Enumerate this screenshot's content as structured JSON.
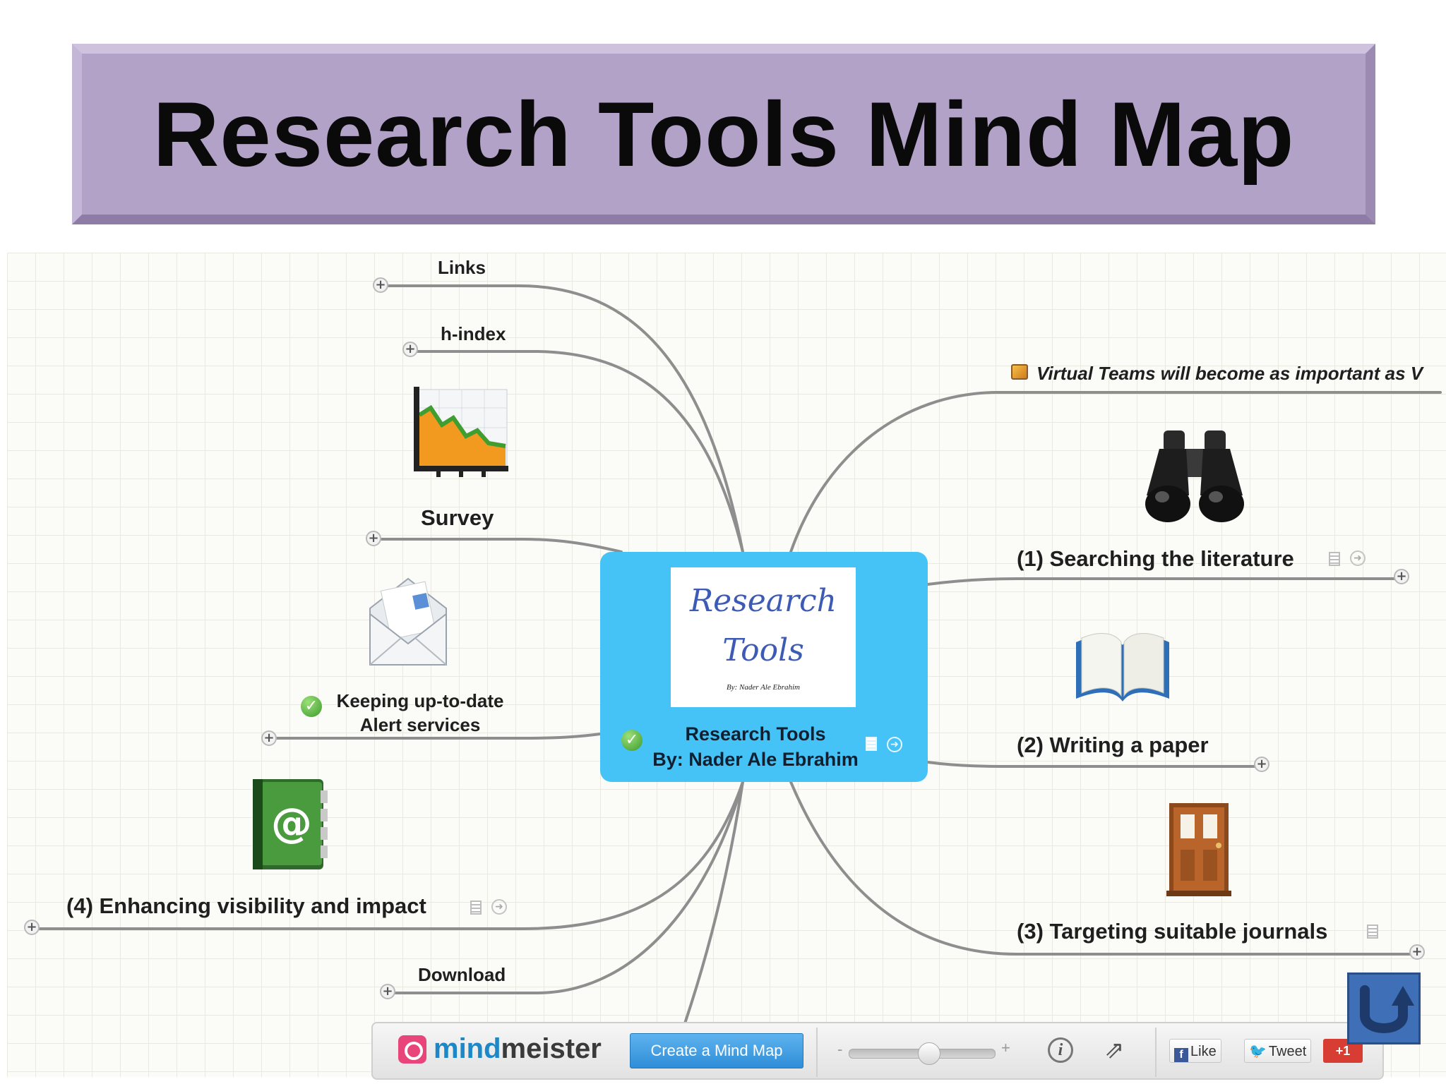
{
  "page": {
    "title": "Research Tools Mind Map"
  },
  "central_node": {
    "image_title_line1": "Research",
    "image_title_line2": "Tools",
    "image_byline": "By: Nader Ale Ebrahim",
    "label_line1": "Research Tools",
    "label_line2": "By: Nader Ale Ebrahim"
  },
  "nodes": {
    "links": "Links",
    "hindex": "h-index",
    "survey": "Survey",
    "keeping_line1": "Keeping up-to-date",
    "keeping_line2": "Alert services",
    "enhancing": "(4) Enhancing visibility and impact",
    "download": "Download",
    "virtual": "Virtual Teams will become as important as V",
    "searching": "(1) Searching the literature",
    "writing": "(2) Writing a paper",
    "targeting": "(3) Targeting suitable journals"
  },
  "toolbar": {
    "brand_part1": "mind",
    "brand_part2": "meister",
    "create_button": "Create a Mind Map",
    "zoom_minus": "-",
    "zoom_plus": "+",
    "zoom_level": 0.55,
    "like": "Like",
    "tweet": "Tweet",
    "gplus": "+1"
  },
  "icons": {
    "chart": "line-chart-icon",
    "mail": "envelope-icon",
    "address_book": "address-book-icon",
    "binoculars": "binoculars-icon",
    "book": "open-book-icon",
    "door": "door-icon",
    "check": "check-icon",
    "note": "note-icon",
    "expand": "expand-plus-icon",
    "link_arrow": "link-arrow-icon",
    "info": "info-icon",
    "share": "share-icon",
    "scroll_top": "scroll-to-top-icon"
  },
  "colors": {
    "banner": "#b3a2c8",
    "central_node": "#46c3f6",
    "edges": "#8e8e8e",
    "create_button": "#2e8ed8"
  }
}
